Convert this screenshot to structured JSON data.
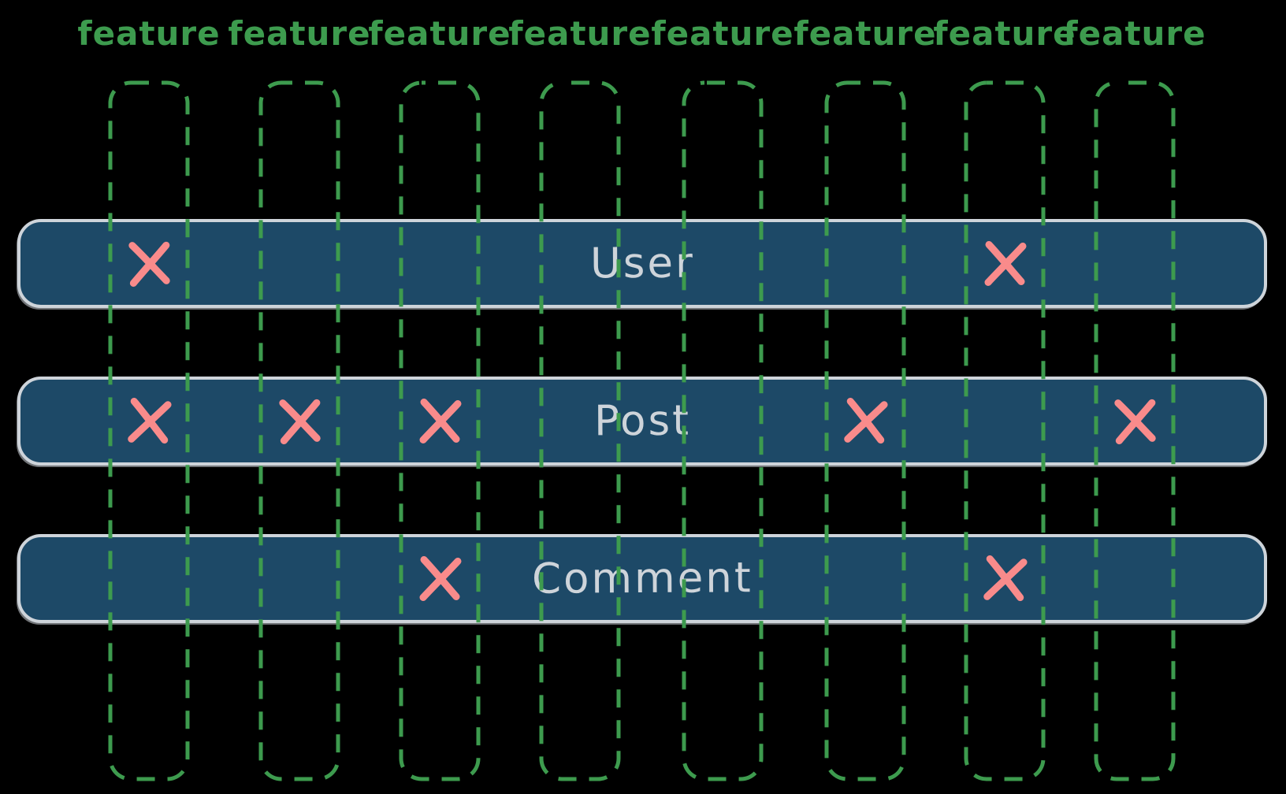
{
  "diagram": {
    "description": "feature-to-entity matrix",
    "columns": {
      "label": "feature",
      "count": 8
    },
    "entities": [
      {
        "label": "User",
        "x_marks": [
          1,
          7
        ]
      },
      {
        "label": "Post",
        "x_marks": [
          1,
          2,
          3,
          6,
          8
        ]
      },
      {
        "label": "Comment",
        "x_marks": [
          3,
          7
        ]
      }
    ]
  },
  "colors": {
    "background": "#000000",
    "feature_green": "#3d9b4e",
    "bar_fill": "#1d4967",
    "bar_stroke": "#ced4da",
    "bar_text": "#ced4da",
    "x_mark": "#f98b8b"
  }
}
